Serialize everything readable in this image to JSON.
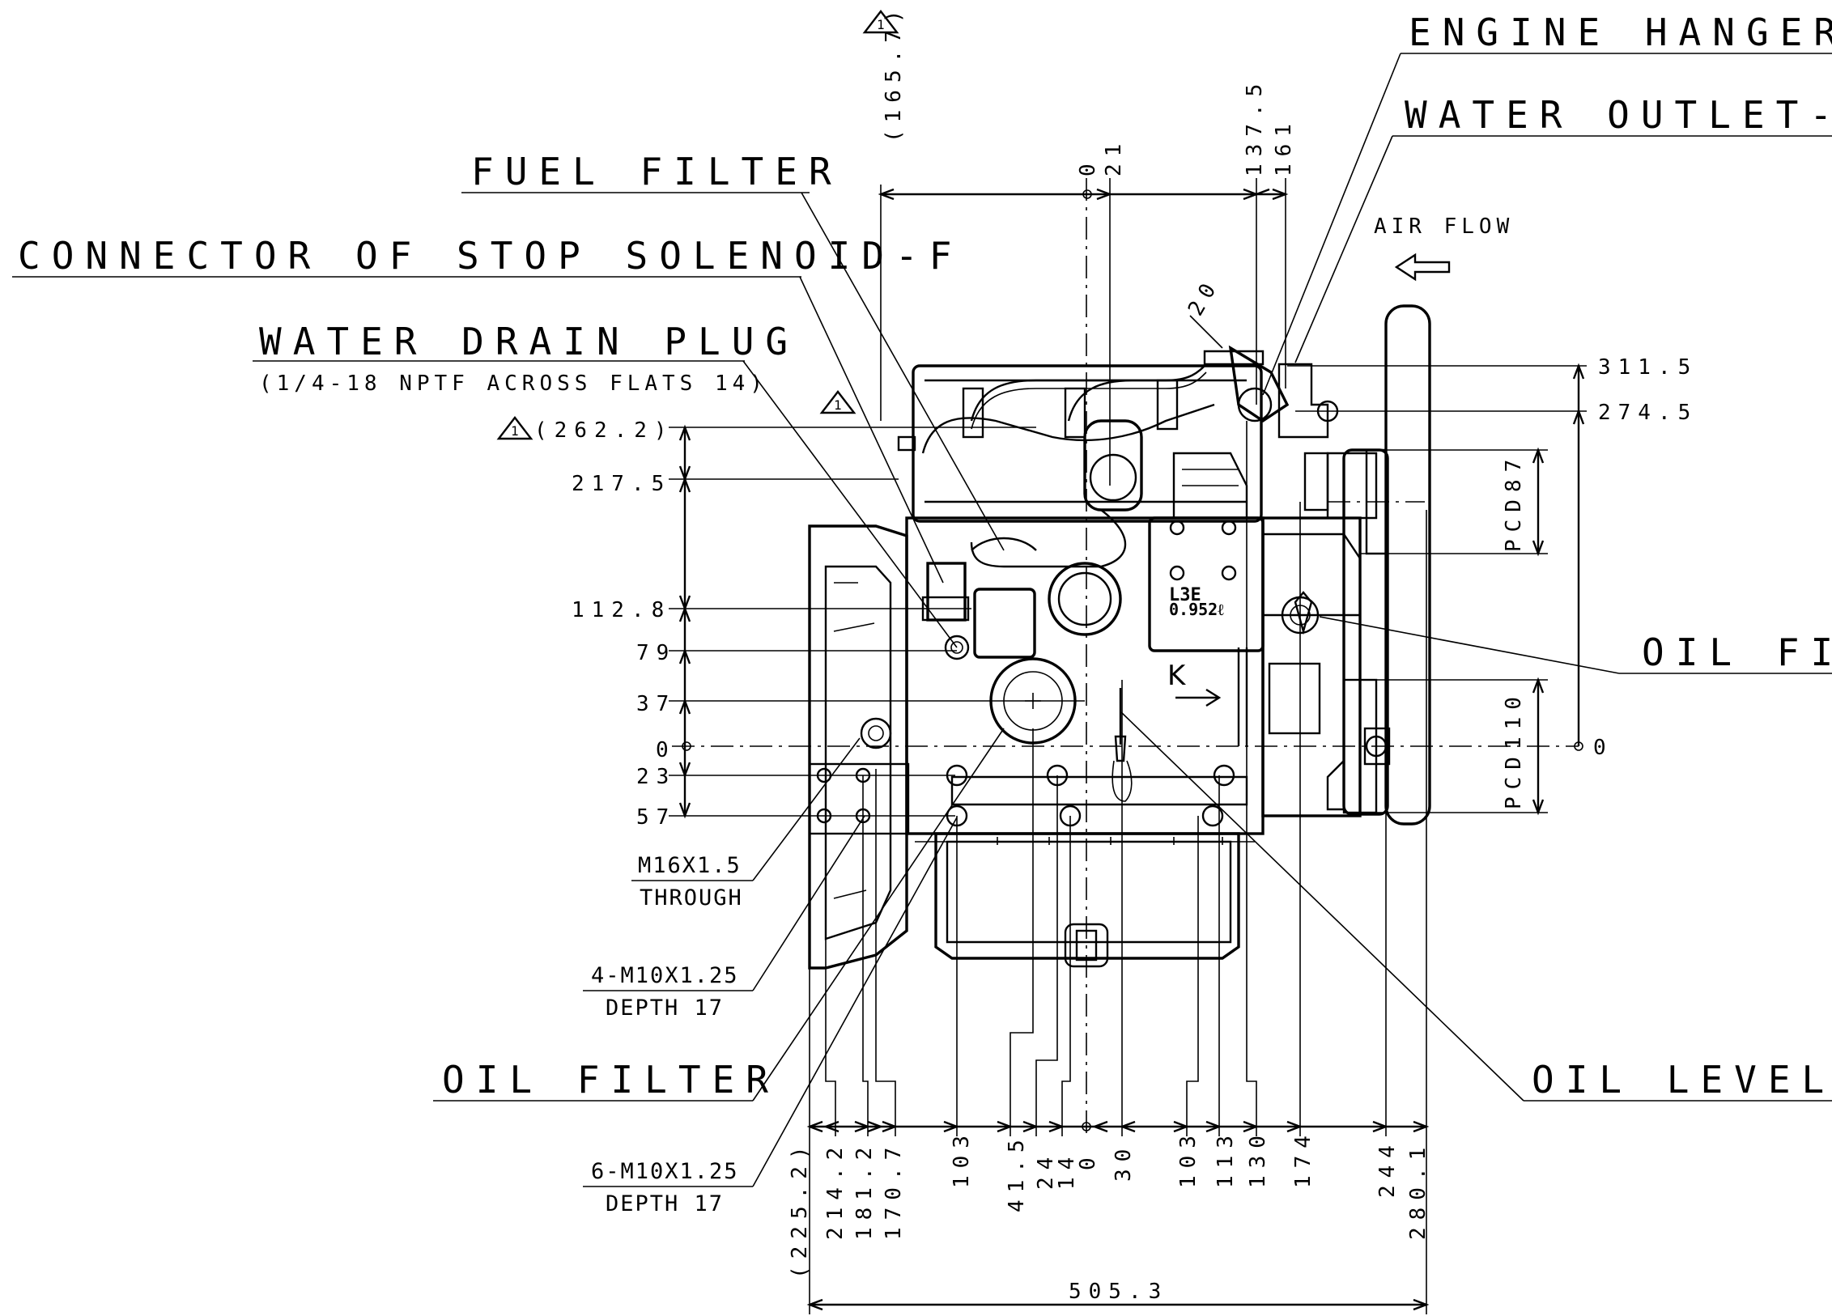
{
  "labels": {
    "engine_hanger": "ENGINE HANGER",
    "water_outlet": "WATER OUTLET-C",
    "fuel_filter": "FUEL FILTER",
    "stop_solenoid": "CONNECTOR OF STOP SOLENOID-F",
    "water_drain_plug": "WATER DRAIN PLUG",
    "water_drain_plug_note": "(1/4-18 NPTF ACROSS FLATS 14)",
    "air_flow": "AIR FLOW",
    "oil_filler": "OIL FIL",
    "oil_filter": "OIL FILTER",
    "oil_level": "OIL LEVEL",
    "thread_m16": "M16X1.5",
    "thread_m16_sub": "THROUGH",
    "thread_4m10": "4-M10X1.25",
    "thread_4m10_sub": "DEPTH 17",
    "thread_6m10": "6-M10X1.25",
    "thread_6m10_sub": "DEPTH 17",
    "engine_model": "L3E",
    "engine_displacement": "0.952ℓ",
    "view_marker": "K",
    "revision_mark": "1"
  },
  "dimensions": {
    "left_vertical": [
      "(262.2)",
      "217.5",
      "112.8",
      "79",
      "37",
      "0",
      "23",
      "57"
    ],
    "right_vertical": [
      "311.5",
      "274.5",
      "0"
    ],
    "pulley": [
      "PCD87",
      "PCD110"
    ],
    "top": [
      "(165.7)",
      "0",
      "21",
      "137.5",
      "161",
      "20"
    ],
    "bottom": [
      "(225.2)",
      "214.2",
      "181.2",
      "170.7",
      "103",
      "41.5",
      "24",
      "14",
      "0",
      "30",
      "103",
      "113",
      "130",
      "174",
      "244",
      "280.1"
    ],
    "overall_width": "505.3"
  }
}
